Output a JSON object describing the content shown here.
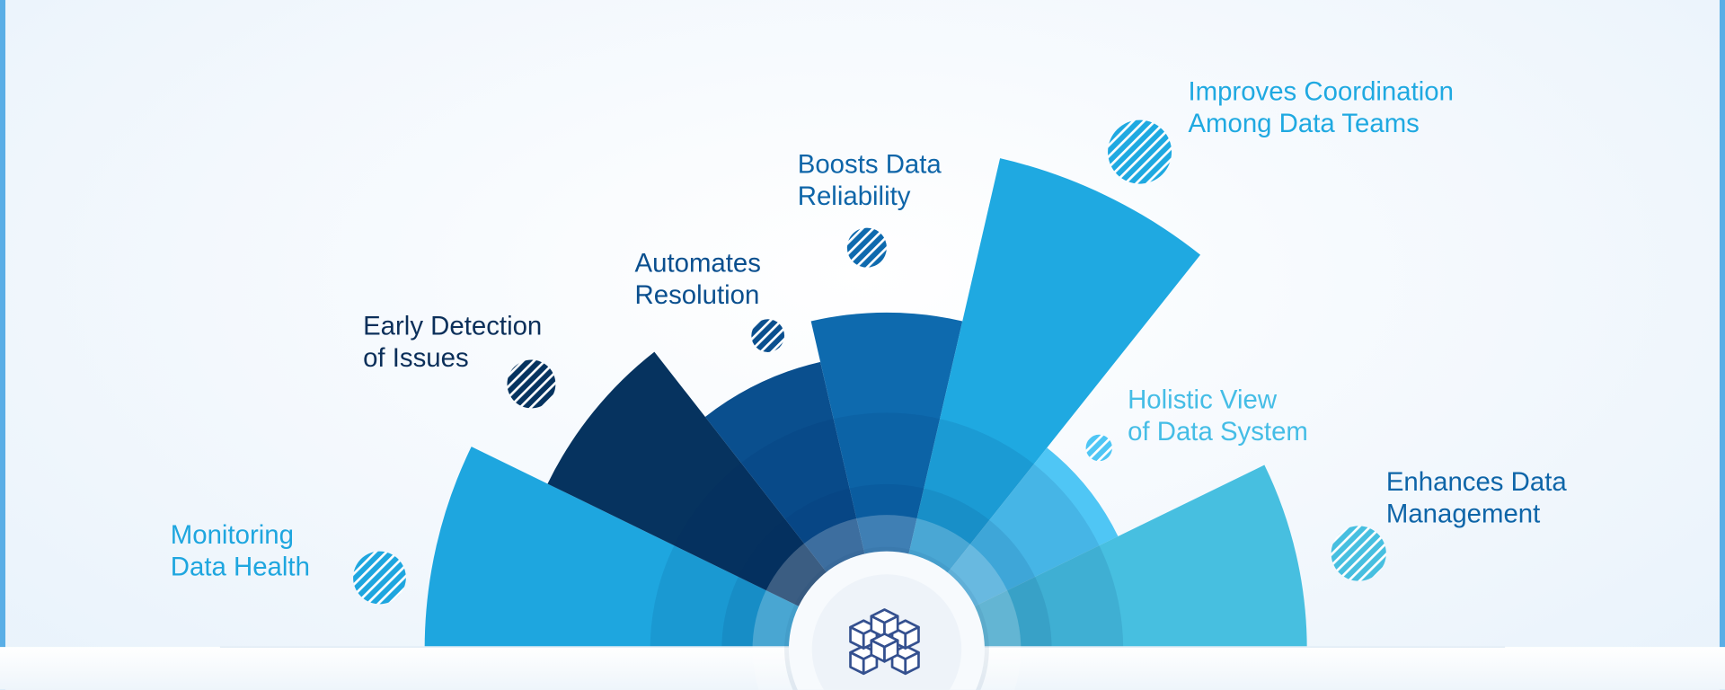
{
  "diagram": {
    "center_icon": "cubes-icon",
    "items": [
      {
        "id": "monitoring",
        "lines": [
          "Monitoring",
          "Data Health"
        ],
        "color": "#1ea6df",
        "text_color": "#1ea6df"
      },
      {
        "id": "early-detection",
        "lines": [
          "Early Detection",
          "of Issues"
        ],
        "color": "#06335f",
        "text_color": "#0b2f5a"
      },
      {
        "id": "automates",
        "lines": [
          "Automates",
          "Resolution"
        ],
        "color": "#0a4f8e",
        "text_color": "#0a4f8e"
      },
      {
        "id": "boosts",
        "lines": [
          "Boosts Data",
          "Reliability"
        ],
        "color": "#0e6aae",
        "text_color": "#0e65a8"
      },
      {
        "id": "improves",
        "lines": [
          "Improves Coordination",
          "Among Data Teams"
        ],
        "color": "#1fa9e1",
        "text_color": "#1fa9e1"
      },
      {
        "id": "holistic",
        "lines": [
          "Holistic View",
          "of Data System"
        ],
        "color": "#4fc6f5",
        "text_color": "#45bde6"
      },
      {
        "id": "enhances",
        "lines": [
          "Enhances Data",
          "Management"
        ],
        "color": "#47bfe0",
        "text_color": "#0e65a8"
      }
    ]
  }
}
